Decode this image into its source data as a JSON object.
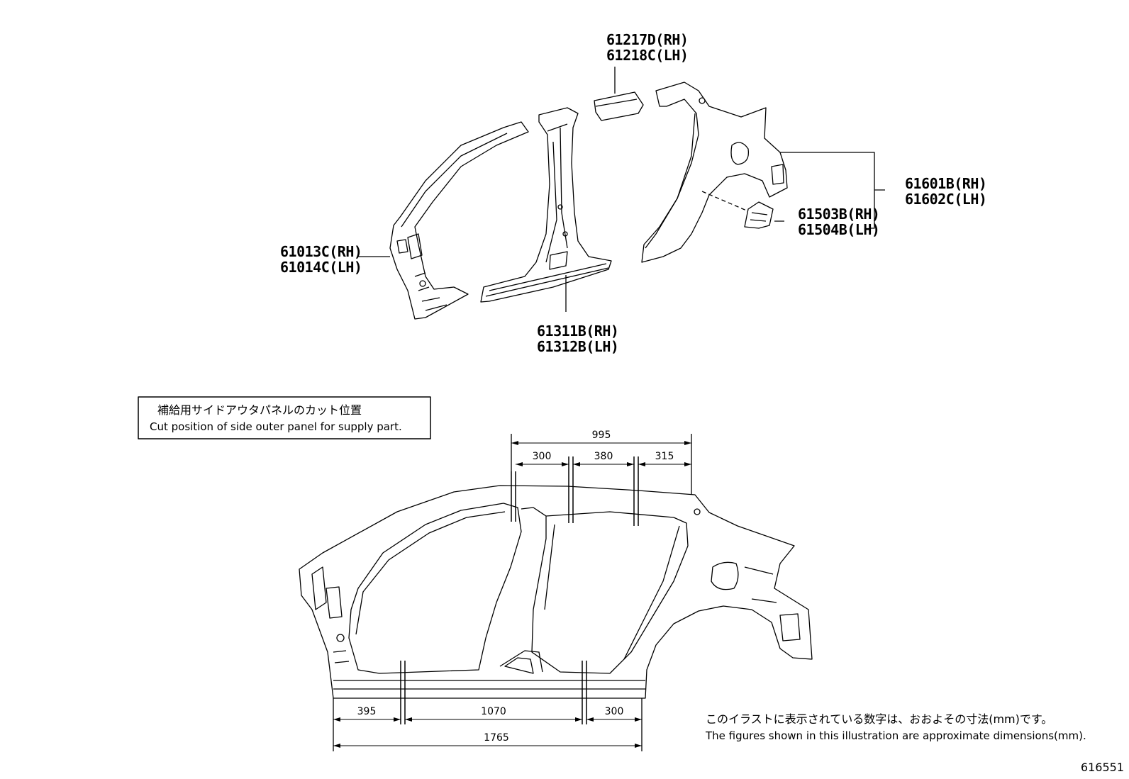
{
  "parts": {
    "roof_rail_rh": "61217D(RH)",
    "roof_rail_lh": "61218C(LH)",
    "front_pillar_rh": "61013C(RH)",
    "front_pillar_lh": "61014C(LH)",
    "rocker_rh": "61311B(RH)",
    "rocker_lh": "61312B(LH)",
    "quarter_rh": "61601B(RH)",
    "quarter_lh": "61602C(LH)",
    "quarter_ext_rh": "61503B(RH)",
    "quarter_ext_lh": "61504B(LH)"
  },
  "cut_box": {
    "jp": "補給用サイドアウタパネルのカット位置",
    "en": "Cut position of side outer panel for supply part."
  },
  "dims": {
    "top_total": "995",
    "top_a": "300",
    "top_b": "380",
    "top_c": "315",
    "bot_a": "395",
    "bot_b": "1070",
    "bot_c": "300",
    "bot_total": "1765"
  },
  "note": {
    "jp": "このイラストに表示されている数字は、おおよその寸法(mm)です。",
    "en": "The figures shown in this illustration are approximate dimensions(mm)."
  },
  "ref_number": "616551"
}
